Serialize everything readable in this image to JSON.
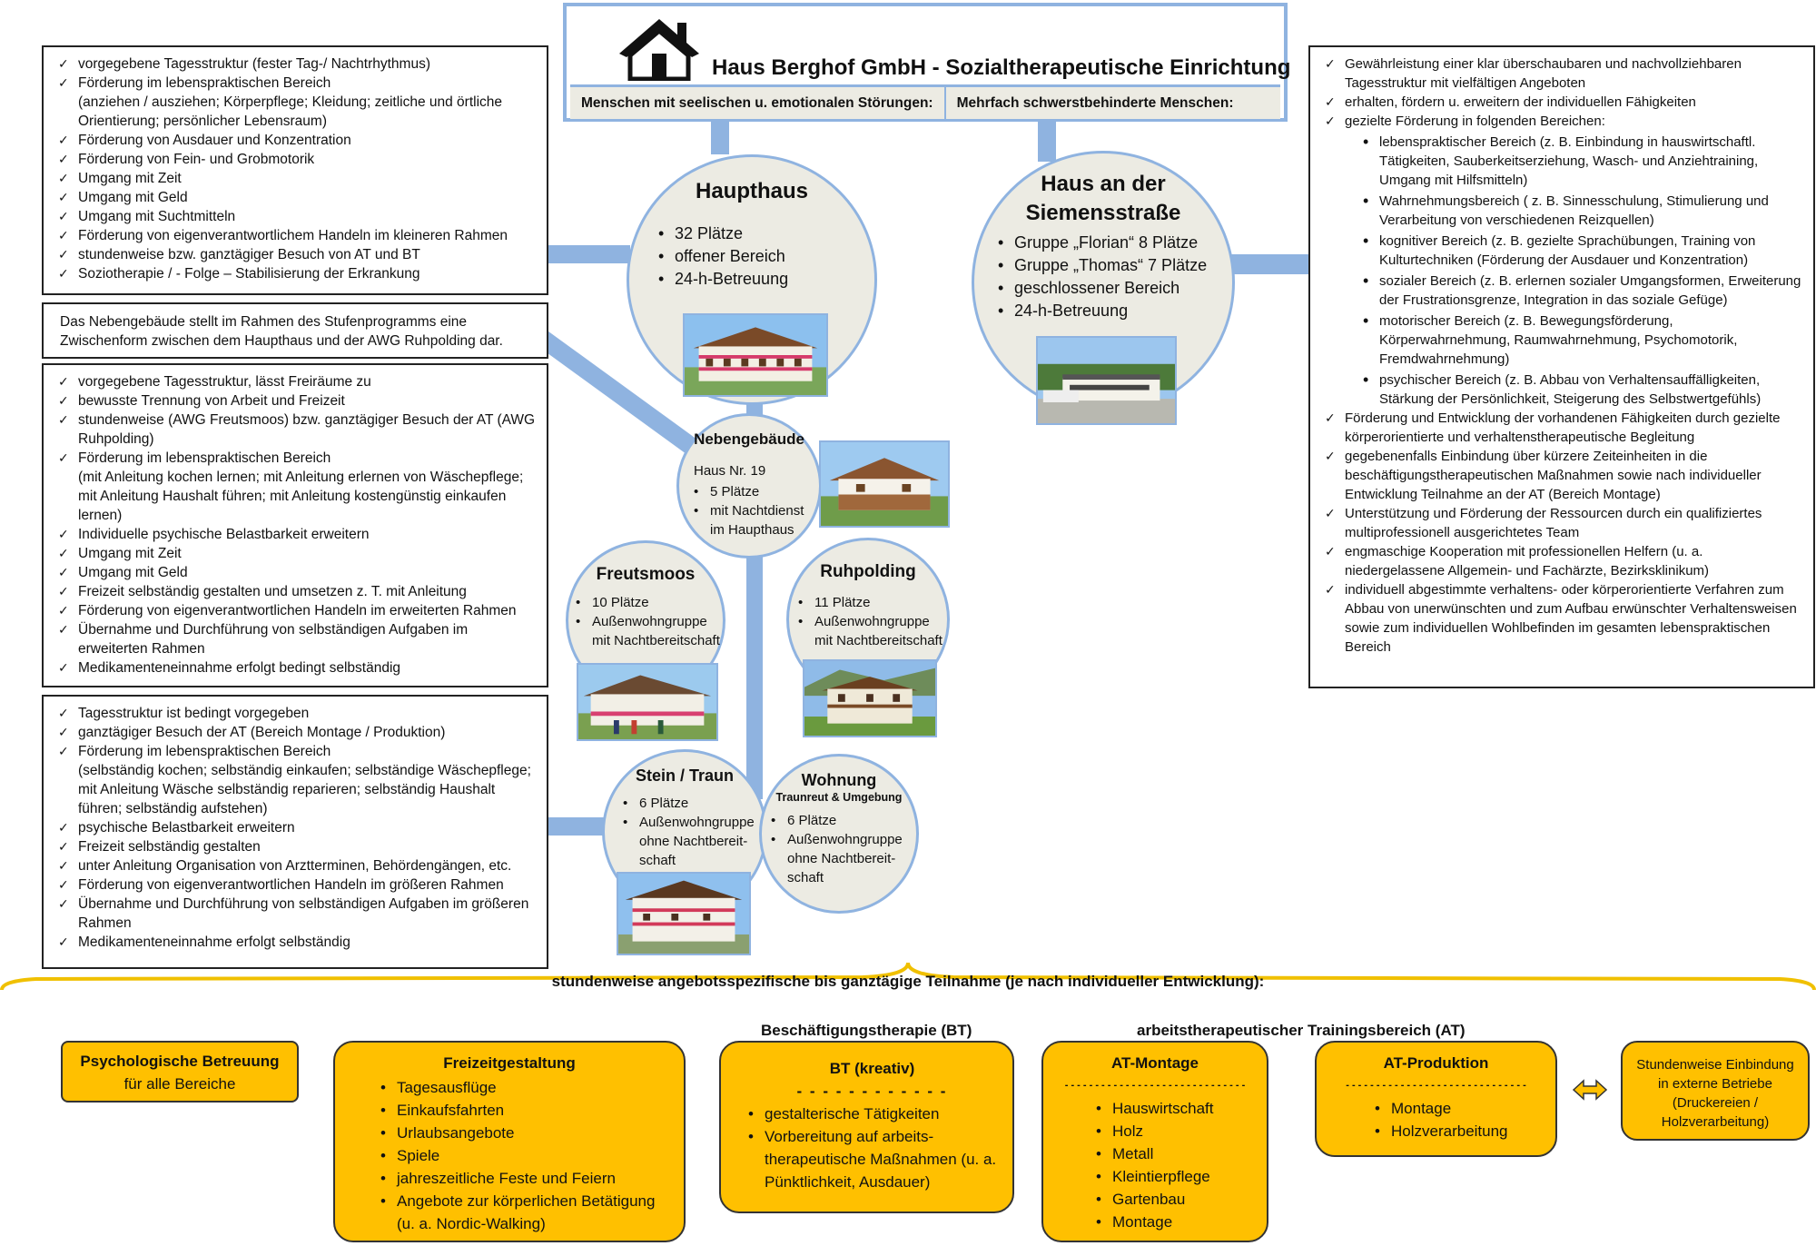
{
  "header": {
    "title": "Haus Berghof GmbH - Sozialtherapeutische Einrichtung",
    "category_left": "Menschen mit seelischen u. emotionalen Störungen:",
    "category_right": "Mehrfach schwerstbehinderte Menschen:"
  },
  "left_panels": [
    {
      "items": [
        "vorgegebene Tagesstruktur (fester Tag-/ Nachtrhythmus)",
        "Förderung im lebenspraktischen Bereich",
        "(anziehen / ausziehen; Körperpflege; Kleidung; zeitliche und örtliche Orientierung; persönlicher Lebensraum)",
        "Förderung von Ausdauer und Konzentration",
        "Förderung von Fein- und Grobmotorik",
        "Umgang mit Zeit",
        "Umgang mit Geld",
        "Umgang mit Suchtmitteln",
        "Förderung von eigenverantwortlichem Handeln im kleineren Rahmen",
        "stundenweise bzw. ganztägiger Besuch von AT und BT",
        "Soziotherapie / - Folge – Stabilisierung der Erkrankung"
      ]
    },
    {
      "text": "Das Nebengebäude stellt im Rahmen des Stufenprogramms eine Zwischenform zwischen dem Haupthaus und der AWG Ruhpolding dar."
    },
    {
      "items": [
        "vorgegebene Tagesstruktur, lässt Freiräume zu",
        "bewusste Trennung von Arbeit und Freizeit",
        "stundenweise (AWG Freutsmoos) bzw. ganztägiger Besuch der AT (AWG Ruhpolding)",
        "Förderung im lebenspraktischen Bereich",
        "(mit Anleitung kochen lernen; mit Anleitung erlernen von Wäschepflege; mit Anleitung Haushalt führen; mit Anleitung kostengünstig einkaufen lernen)",
        "Individuelle psychische Belastbarkeit erweitern",
        "Umgang mit Zeit",
        "Umgang mit Geld",
        "Freizeit selbständig gestalten und umsetzen z. T. mit Anleitung",
        "Förderung von eigenverantwortlichen Handeln im erweiterten Rahmen",
        "Übernahme und Durchführung von selbständigen Aufgaben im erweiterten Rahmen",
        "Medikamenteneinnahme erfolgt bedingt selbständig"
      ]
    },
    {
      "items": [
        "Tagesstruktur ist bedingt vorgegeben",
        "ganztägiger Besuch der AT (Bereich Montage / Produktion)",
        "Förderung im lebenspraktischen Bereich",
        "(selbständig kochen; selbständig einkaufen; selbständige Wäschepflege; mit Anleitung Wäsche selbständig reparieren; selbständig Haushalt führen; selbständig aufstehen)",
        "psychische Belastbarkeit erweitern",
        "Freizeit selbständig gestalten",
        "unter Anleitung Organisation von Arztterminen, Behördengängen, etc.",
        "Förderung von eigenverantwortlichen Handeln im größeren Rahmen",
        "Übernahme und Durchführung von selbständigen Aufgaben im größeren Rahmen",
        "Medikamenteneinnahme erfolgt selbständig"
      ]
    }
  ],
  "right_panel": {
    "items_top": [
      "Gewährleistung einer klar überschaubaren und nachvollziehbaren Tagesstruktur mit vielfältigen Angeboten",
      "erhalten, fördern u. erweitern der individuellen Fähigkeiten",
      "gezielte Förderung in folgenden Bereichen:"
    ],
    "bullets": [
      "lebenspraktischer Bereich  (z. B. Einbindung in hauswirtschaftl. Tätigkeiten, Sauberkeitserziehung, Wasch- und Anziehtraining, Umgang mit Hilfsmitteln)",
      "Wahrnehmungsbereich ( z. B. Sinnesschulung, Stimulierung und Verarbeitung von verschiedenen Reizquellen)",
      "kognitiver Bereich (z. B. gezielte Sprachübungen, Training von Kulturtechniken (Förderung der Ausdauer und Konzentration)",
      "sozialer Bereich (z. B. erlernen sozialer Umgangsformen, Erweiterung der Frustrationsgrenze, Integration in das soziale Gefüge)",
      "motorischer Bereich (z. B. Bewegungsförderung, Körperwahrnehmung, Raumwahrnehmung, Psychomotorik, Fremdwahrnehmung)",
      "psychischer Bereich (z. B. Abbau von Verhaltensauffälligkeiten, Stärkung der Persönlichkeit, Steigerung des Selbstwertgefühls)"
    ],
    "items_bottom": [
      "Förderung und Entwicklung der vorhandenen Fähigkeiten durch gezielte körperorientierte und verhaltenstherapeutische Begleitung",
      "gegebenenfalls Einbindung über kürzere Zeiteinheiten in die beschäftigungstherapeutischen Maßnahmen sowie nach individueller Entwicklung Teilnahme an der AT (Bereich Montage)",
      "Unterstützung und Förderung der Ressourcen durch ein qualifiziertes multiprofessionell ausgerichtetes Team",
      "engmaschige Kooperation mit professionellen Helfern (u. a. niedergelassene Allgemein- und Fachärzte, Bezirksklinikum)",
      "individuell abgestimmte verhaltens- oder körperorientierte Verfahren zum Abbau von unerwünschten und zum Aufbau erwünschter Verhaltensweisen sowie zum individuellen Wohlbefinden im gesamten lebenspraktischen Bereich"
    ]
  },
  "circles": {
    "haupthaus": {
      "title": "Haupthaus",
      "items": [
        "32 Plätze",
        "offener Bereich",
        "24-h-Betreuung"
      ]
    },
    "siemens": {
      "title_line1": "Haus an der",
      "title_line2": "Siemensstraße",
      "items": [
        "Gruppe „Florian“  8 Plätze",
        "Gruppe „Thomas“  7 Plätze",
        "geschlossener Bereich",
        "24-h-Betreuung"
      ]
    },
    "neben": {
      "title": "Nebengebäude",
      "subtitle": "Haus Nr. 19",
      "items": [
        "5 Plätze",
        "mit Nachtdienst im Haupthaus"
      ]
    },
    "freutsmoos": {
      "title": "Freutsmoos",
      "items": [
        "10 Plätze",
        "Außenwohngruppe mit Nachtbereitschaft"
      ]
    },
    "ruhpolding": {
      "title": "Ruhpolding",
      "items": [
        "11 Plätze",
        "Außenwohngruppe mit Nachtbereitschaft"
      ]
    },
    "stein": {
      "title": "Stein / Traun",
      "items": [
        "6 Plätze",
        "Außenwohngruppe ohne Nachtbereit-schaft"
      ]
    },
    "wohnung": {
      "title": "Wohnung",
      "subtitle": "Traunreut & Umgebung",
      "items": [
        "6 Plätze",
        "Außenwohngruppe ohne Nachtbereit-schaft"
      ]
    }
  },
  "bottom": {
    "caption": "stundenweise angebotsspezifische bis ganztägige Teilnahme (je nach individueller Entwicklung):",
    "bt_label": "Beschäftigungstherapie (BT)",
    "at_label": "arbeitstherapeutischer Trainingsbereich  (AT)",
    "psych": {
      "line1": "Psychologische Betreuung",
      "line2": "für alle Bereiche"
    },
    "freizeit": {
      "title": "Freizeitgestaltung",
      "items": [
        "Tagesausflüge",
        "Einkaufsfahrten",
        "Urlaubsangebote",
        "Spiele",
        "jahreszeitliche Feste und Feiern",
        "Angebote zur körperlichen Betätigung (u. a. Nordic-Walking)"
      ]
    },
    "bt": {
      "title": "BT (kreativ)",
      "dash": "- - - - - - - - - - - -",
      "items": [
        "gestalterische Tätigkeiten",
        "Vorbereitung auf arbeits-therapeutische Maßnahmen (u. a. Pünktlichkeit, Ausdauer)"
      ]
    },
    "montage": {
      "title": "AT-Montage",
      "dash": "- - - - - - - - - - - - - - - - - - - - - - - - - - - - - -",
      "items": [
        "Hauswirtschaft",
        "Holz",
        "Metall",
        "Kleintierpflege",
        "Gartenbau",
        "Montage"
      ]
    },
    "produktion": {
      "title": "AT-Produktion",
      "dash": "- - - - - - - - - - - - - - - - - - - - - - - - - - - - - -",
      "items": [
        "Montage",
        "Holzverarbeitung"
      ]
    },
    "extern": {
      "text": "Stundenweise Einbindung in externe Betriebe (Druckereien / Holzverarbeitung)"
    }
  },
  "colors": {
    "connector": "#8fb3e0",
    "circle_fill": "#ecebe3",
    "yellow": "#ffc000"
  }
}
